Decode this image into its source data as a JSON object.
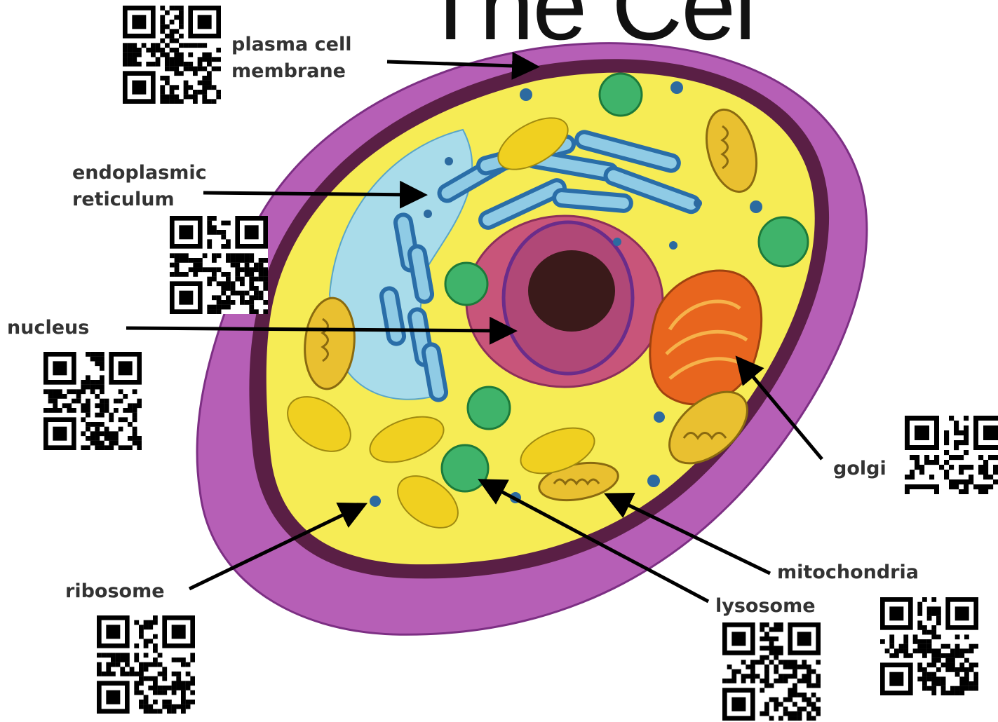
{
  "title": "The Cel",
  "labels": {
    "plasma_membrane_line1": "plasma cell",
    "plasma_membrane_line2": "membrane",
    "er_line1": "endoplasmic",
    "er_line2": "reticulum",
    "nucleus": "nucleus",
    "golgi": "golgi",
    "mitochondria": "mitochondria",
    "lysosome": "lysosome",
    "ribosome": "ribosome"
  },
  "icons": {
    "qr_codes": "qr-code-icon"
  },
  "colors": {
    "cell_wall_outer": "#b65fb6",
    "membrane": "#5a1f45",
    "cytoplasm": "#f6ec55",
    "er": "#a9dcea",
    "er_outline": "#2a6ea8",
    "nucleus": "#c8557a",
    "nucleolus": "#3a1a1a",
    "golgi": "#e8651e",
    "mitochondria": "#e9c030",
    "lysosome": "#3fb36a",
    "ribosome": "#2c6aa0"
  }
}
